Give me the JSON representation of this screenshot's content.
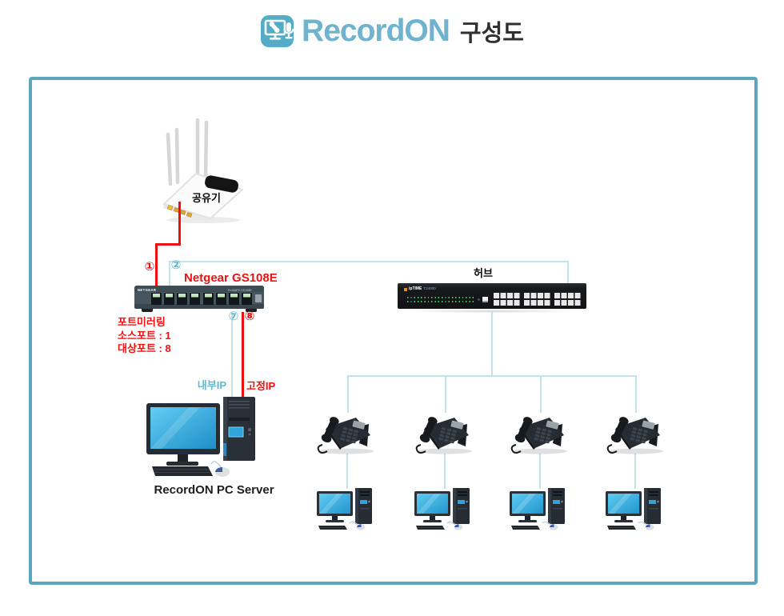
{
  "title": {
    "brand": "RecordON",
    "doc_type": "구성도"
  },
  "colors": {
    "brand_teal": "#6FB3CE",
    "title_dark": "#303030",
    "frame_border": "#5AA7BD",
    "cable_teal": "#C2E3E8",
    "cable_red": "#EE1010",
    "label_teal": "#64B7CC",
    "label_red": "#FF0F0F",
    "switch_port_green": "#BFE8B4",
    "pc_screen_blue": "#3FB6E8"
  },
  "router": {
    "label": "공유기"
  },
  "switch": {
    "name": "Netgear GS108E",
    "brand": "NETGEAR",
    "model_text": "ProSAFE GS108E",
    "port_badge_1": "①",
    "port_badge_2": "②",
    "port_badge_7": "⑦",
    "port_badge_8": "⑧",
    "mirroring_note": [
      "포트미러링",
      "소스포트 : 1",
      "대상포트 : 8"
    ]
  },
  "server": {
    "label": "RecordON PC Server",
    "internal_ip_label": "내부IP",
    "static_ip_label": "고정IP"
  },
  "hub": {
    "label": "허브",
    "brand": "ipTIME",
    "model": "T24000"
  },
  "endpoints": {
    "phone_count": 4,
    "pc_count": 4
  }
}
